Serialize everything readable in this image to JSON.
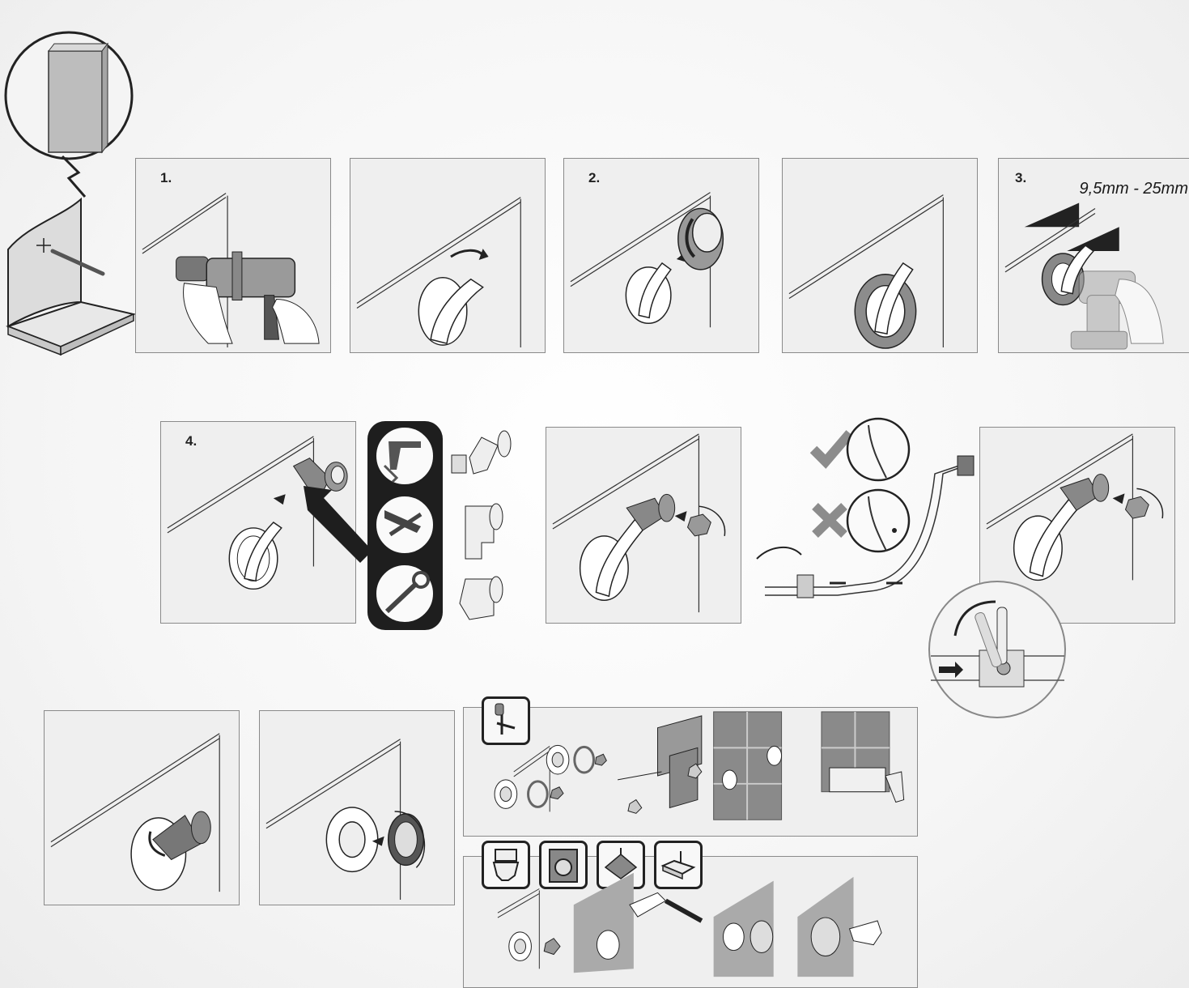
{
  "steps": {
    "s1": "1.",
    "s2": "2.",
    "s3": "3.",
    "s4": "4."
  },
  "dimension": "9,5mm - 25mm",
  "colors": {
    "panel_bg": "#efefef",
    "panel_border": "#8a8a8a",
    "dark": "#1e1e1e",
    "mid_gray": "#808080",
    "check_gray": "#8c8c8c"
  },
  "icons": {
    "shower": "shower-set-icon",
    "toilet": "toilet-icon",
    "washing_machine": "washing-machine-icon",
    "rain_shower": "rain-shower-head-icon",
    "sink": "sink-basin-icon",
    "ok": "checkmark-icon",
    "not_ok": "cross-icon"
  }
}
